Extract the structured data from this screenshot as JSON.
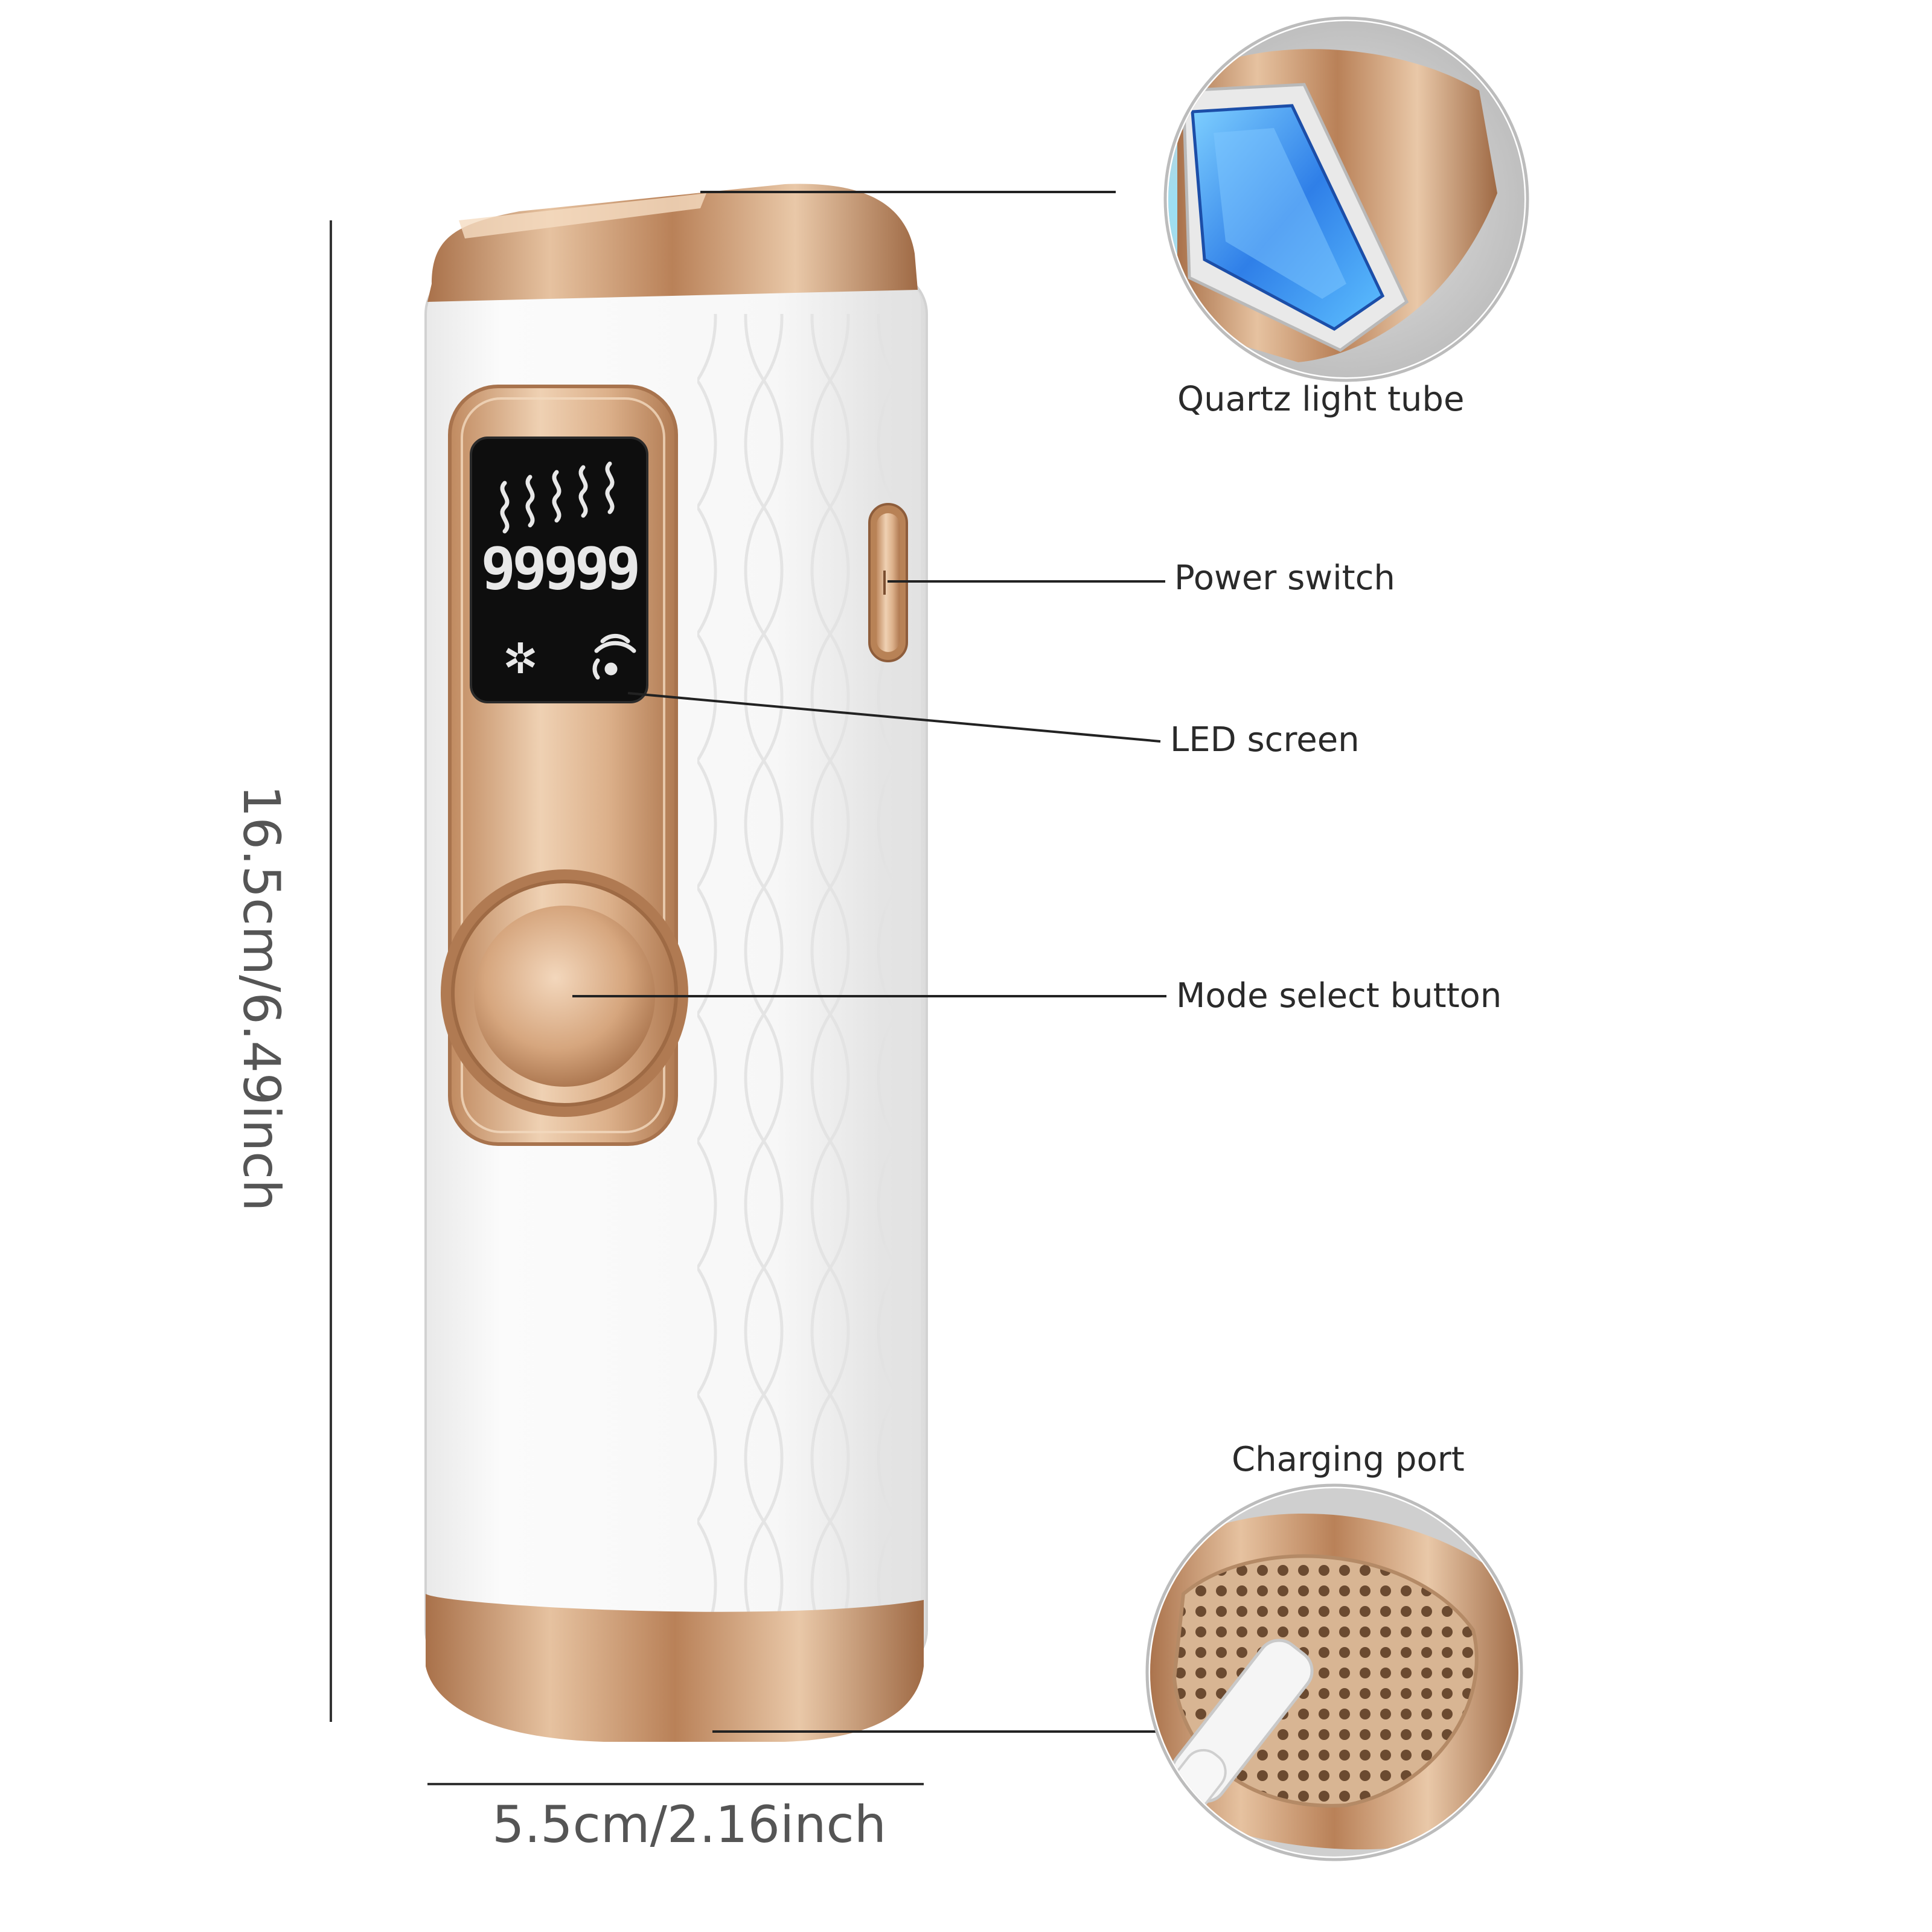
{
  "labels": {
    "quartz_light_tube": "Quartz light tube",
    "power_switch": "Power switch",
    "led_screen": "LED screen",
    "mode_select_button": "Mode select button",
    "charging_port": "Charging port"
  },
  "dimensions": {
    "height": "16.5cm/6.49inch",
    "width": "5.5cm/2.16inch"
  },
  "screen": {
    "counter": "99999"
  },
  "colors": {
    "body": "#f4f4f4",
    "rose_gold": "#c9966a",
    "rose_gold_light": "#efd2b4",
    "screen": "#101010",
    "light_tube": "#3da0ff"
  }
}
